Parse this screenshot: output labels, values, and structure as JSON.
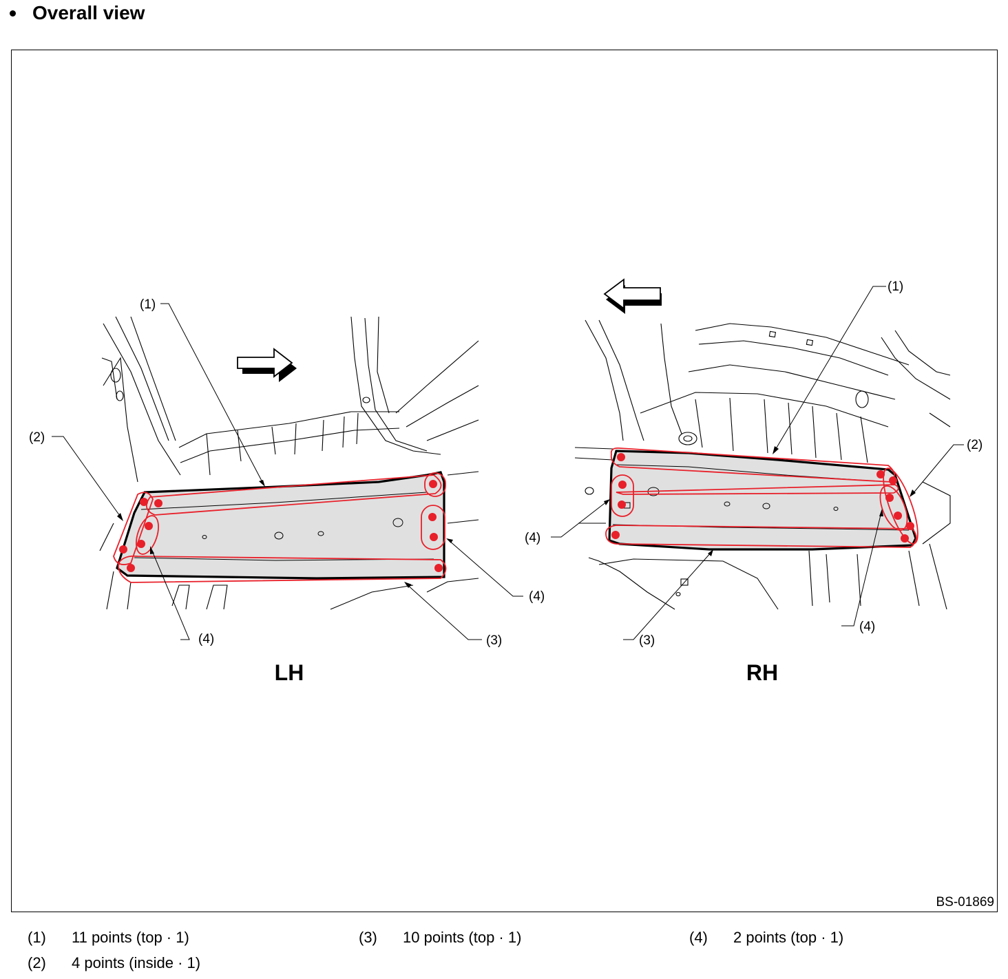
{
  "heading": {
    "text": "Overall view"
  },
  "figure_id": "BS-01869",
  "views": {
    "lh": {
      "title": "LH",
      "callouts": {
        "c1": "(1)",
        "c2": "(2)",
        "c3": "(3)",
        "c4a": "(4)",
        "c4b": "(4)"
      }
    },
    "rh": {
      "title": "RH",
      "callouts": {
        "c1": "(1)",
        "c2": "(2)",
        "c3": "(3)",
        "c4a": "(4)",
        "c4b": "(4)"
      }
    }
  },
  "legend": [
    {
      "num": "(1)",
      "text": "11 points (top · 1)"
    },
    {
      "num": "(2)",
      "text": "4 points (inside · 1)"
    },
    {
      "num": "(3)",
      "text": "10 points (top · 1)"
    },
    {
      "num": "(4)",
      "text": "2 points (top · 1)"
    }
  ],
  "colors": {
    "weld_mark": "#e8202a",
    "panel_fill": "#e0e0e0",
    "outline": "#000000"
  }
}
